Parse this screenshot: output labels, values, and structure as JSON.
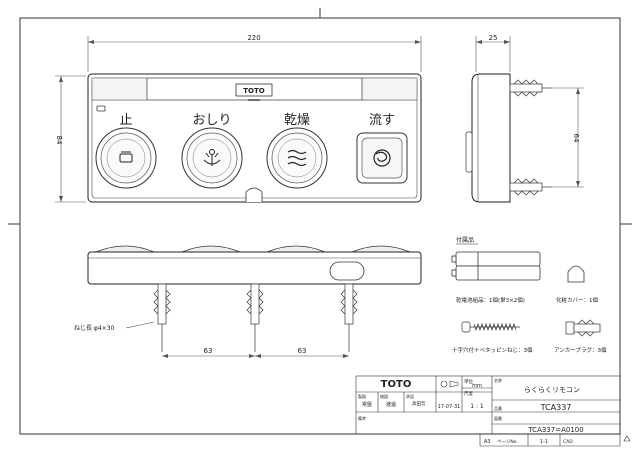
{
  "dims": {
    "width_top": "220",
    "height_left": "84",
    "depth_right": "25",
    "height_right": "64",
    "pitch1": "63",
    "pitch2": "63",
    "screw_label": "ねじ長 φ4×30"
  },
  "buttons": {
    "stop": "止",
    "oshiri": "おしり",
    "kansou": "乾燥",
    "nagasu": "流す"
  },
  "logo": "TOTO",
  "accessories": {
    "heading": "付属品",
    "battery": "乾電池組品：1個(単3×2個)",
    "cover": "化粧カバー：1個",
    "screw": "十字穴付ナベタッピンねじ：3個",
    "anchor": "アンカープラグ：3個"
  },
  "title_block": {
    "brand": "TOTO",
    "unit_label": "単位",
    "unit_value": "mm",
    "scale_label": "尺度",
    "scale_value": "1 : 1",
    "date": "17-07-31",
    "name_label": "名称",
    "name_value": "らくらくリモコン",
    "model_label": "品番",
    "model_value": "TCA337",
    "drawing_label": "図番",
    "drawing_value": "TCA337=A0100",
    "sig1_label": "製図",
    "sig1_value": "常盤",
    "sig2_label": "検図",
    "sig2_value": "渡邊",
    "sig3_label": "承認",
    "sig3_value": "高田哲",
    "remarks_label": "備考",
    "sheet_size": "A3",
    "page_label": "ページNo.",
    "page_value": "1-1",
    "cad": "CAD"
  }
}
